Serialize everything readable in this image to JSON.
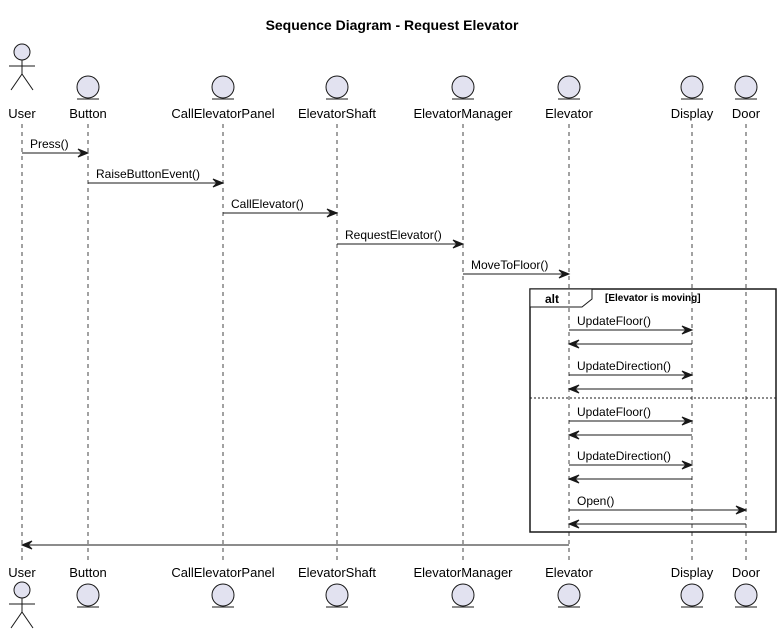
{
  "diagram": {
    "title": "Sequence Diagram - Request Elevator",
    "participants": [
      {
        "name": "User",
        "kind": "actor"
      },
      {
        "name": "Button",
        "kind": "entity"
      },
      {
        "name": "CallElevatorPanel",
        "kind": "entity"
      },
      {
        "name": "ElevatorShaft",
        "kind": "entity"
      },
      {
        "name": "ElevatorManager",
        "kind": "entity"
      },
      {
        "name": "Elevator",
        "kind": "entity"
      },
      {
        "name": "Display",
        "kind": "entity"
      },
      {
        "name": "Door",
        "kind": "entity"
      }
    ],
    "messages": [
      {
        "from": 0,
        "to": 1,
        "label": "Press()",
        "return": false
      },
      {
        "from": 1,
        "to": 2,
        "label": "RaiseButtonEvent()",
        "return": false
      },
      {
        "from": 2,
        "to": 3,
        "label": "CallElevator()",
        "return": false
      },
      {
        "from": 3,
        "to": 4,
        "label": "RequestElevator()",
        "return": false
      },
      {
        "from": 4,
        "to": 5,
        "label": "MoveToFloor()",
        "return": false
      },
      {
        "from": 5,
        "to": 6,
        "label": "UpdateFloor()",
        "return": false
      },
      {
        "from": 6,
        "to": 5,
        "label": "",
        "return": false
      },
      {
        "from": 5,
        "to": 6,
        "label": "UpdateDirection()",
        "return": false
      },
      {
        "from": 6,
        "to": 5,
        "label": "",
        "return": false
      },
      {
        "from": 5,
        "to": 6,
        "label": "UpdateFloor()",
        "return": false
      },
      {
        "from": 6,
        "to": 5,
        "label": "",
        "return": false
      },
      {
        "from": 5,
        "to": 6,
        "label": "UpdateDirection()",
        "return": false
      },
      {
        "from": 6,
        "to": 5,
        "label": "",
        "return": false
      },
      {
        "from": 5,
        "to": 7,
        "label": "Open()",
        "return": false
      },
      {
        "from": 7,
        "to": 5,
        "label": "",
        "return": false
      },
      {
        "from": 5,
        "to": 0,
        "label": "",
        "return": false
      }
    ],
    "fragment": {
      "operator": "alt",
      "guard": "[Elevator is moving]",
      "first_message": 5,
      "last_message": 14,
      "divider_after_message": 8
    },
    "colors": {
      "participant_fill": "#E2E2F0",
      "participant_stroke": "#181818",
      "lifeline": "#181818",
      "line": "#181818"
    }
  }
}
